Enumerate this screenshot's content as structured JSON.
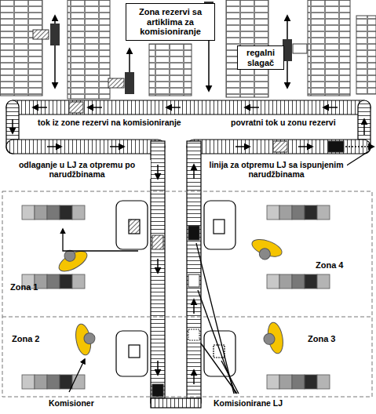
{
  "diagram": {
    "nodes": [
      {
        "text": [
          "Zona rezervi sa artiklima za komisioniranje"
        ]
      },
      {
        "text": [
          "regalni slagač"
        ]
      },
      {
        "text": [
          "Zona 1"
        ]
      },
      {
        "text": [
          "Zona 4"
        ]
      },
      {
        "text": [
          "Zona 2"
        ]
      },
      {
        "text": [
          "Zona 3"
        ]
      }
    ],
    "labels": [
      "tok iz zone rezervi na komisioniranje",
      "povratni tok u zonu rezervi",
      "odlaganje u LJ za otpremu po narudžbinama",
      "linija za otpremu LJ sa ispunjenim narudžbinama",
      "Komisioner",
      "Komisionirane LJ"
    ]
  }
}
